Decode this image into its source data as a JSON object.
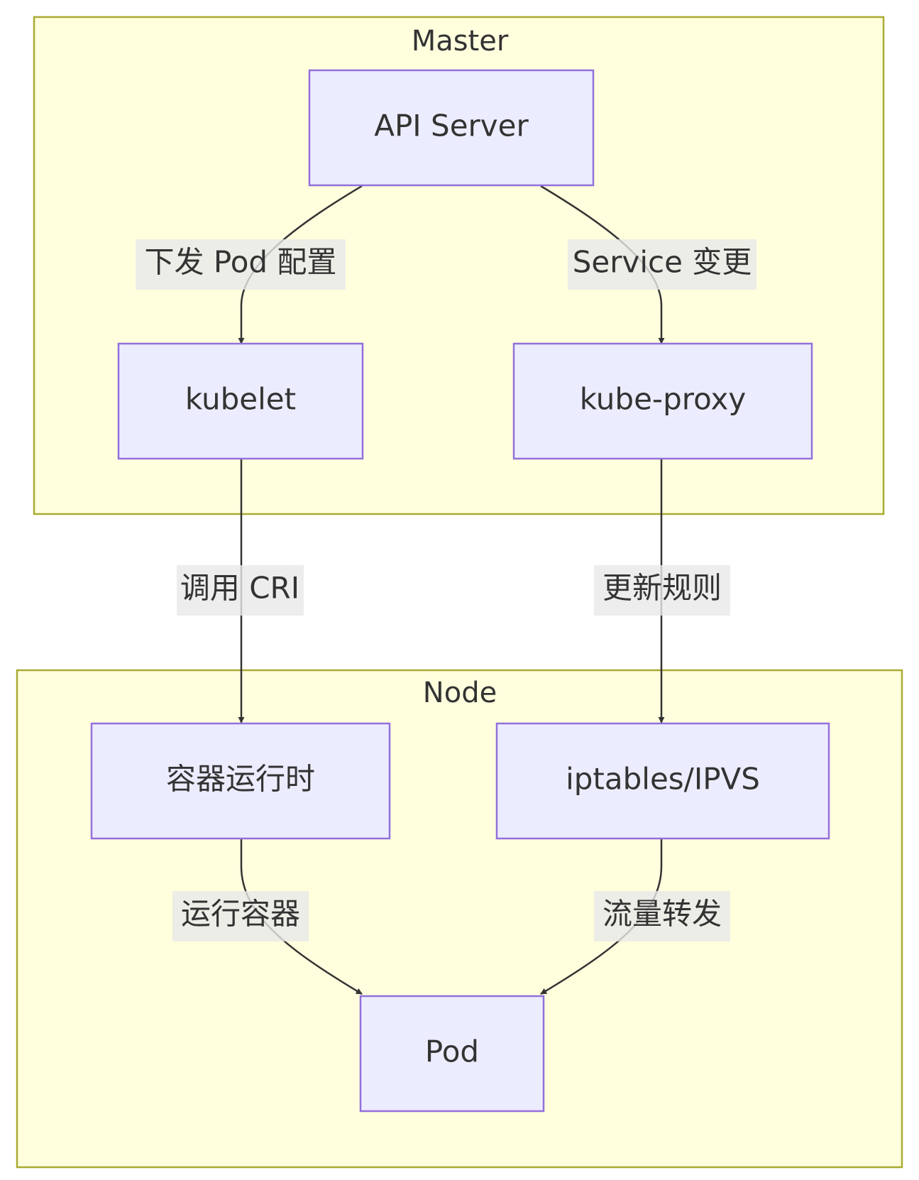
{
  "colors": {
    "cluster_fill": "#ffffde",
    "cluster_stroke": "#aaaa33",
    "node_fill": "#ececff",
    "node_stroke": "#9370db",
    "edge": "#333333",
    "edge_label_bg": "#e8e8e8",
    "text": "#333333"
  },
  "clusters": {
    "master": {
      "title": "Master"
    },
    "node": {
      "title": "Node"
    }
  },
  "nodes": {
    "api_server": "API Server",
    "kubelet": "kubelet",
    "kube_proxy": "kube-proxy",
    "container_runtime": "容器运行时",
    "iptables_ipvs": "iptables/IPVS",
    "pod": "Pod"
  },
  "edges": {
    "api_to_kubelet": "下发 Pod 配置",
    "api_to_kubeproxy": "Service 变更",
    "kubelet_to_runtime": "调用 CRI",
    "kubeproxy_to_iptables": "更新规则",
    "runtime_to_pod": "运行容器",
    "iptables_to_pod": "流量转发"
  }
}
